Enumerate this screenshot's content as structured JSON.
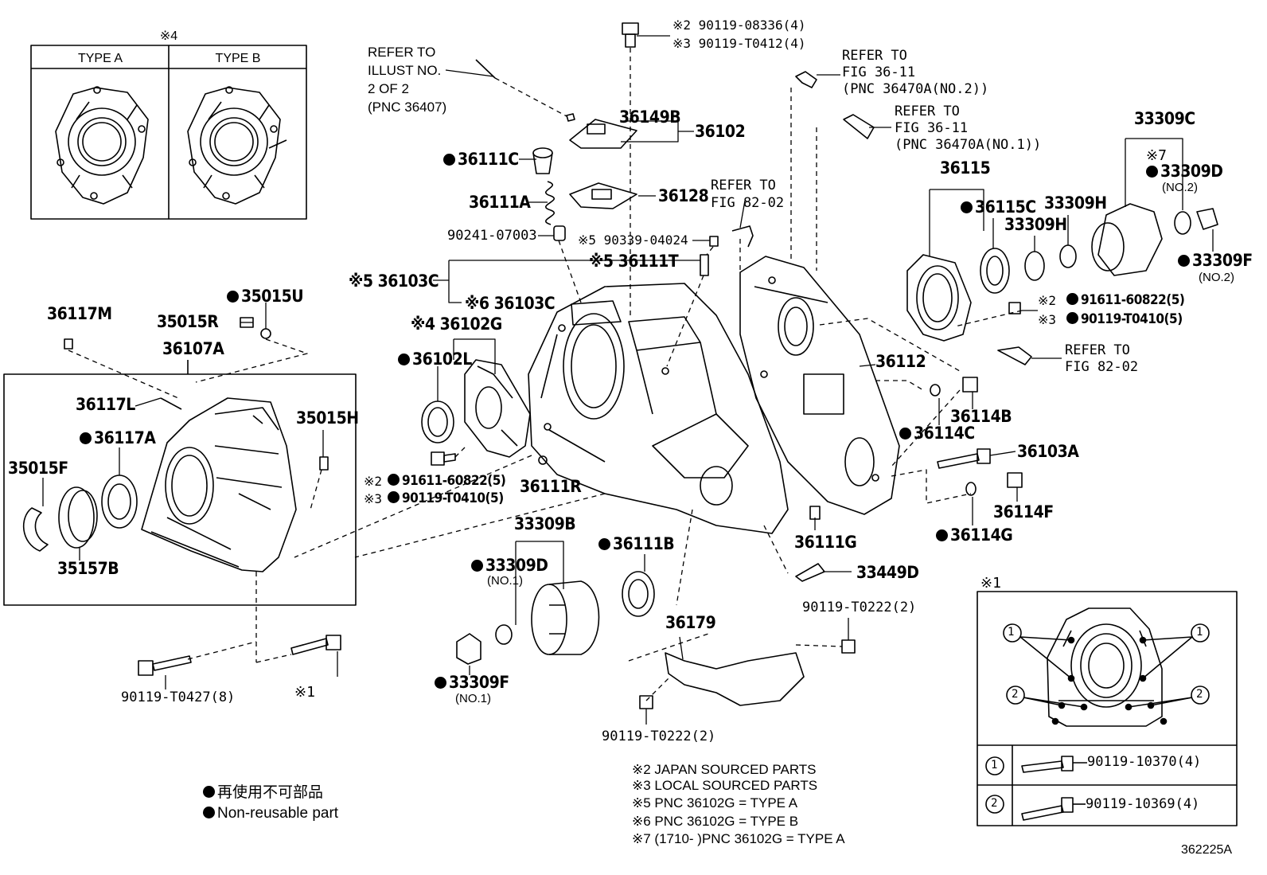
{
  "inset_types": {
    "mark": "※4",
    "type_a": "TYPE A",
    "type_b": "TYPE B"
  },
  "refer_notes": {
    "illust": [
      "REFER TO",
      "ILLUST NO.",
      "2 OF 2",
      "(PNC 36407)"
    ],
    "fig36_11_no2": [
      "REFER TO",
      "FIG 36-11",
      "(PNC 36470A(NO.2))"
    ],
    "fig36_11_no1": [
      "REFER TO",
      "FIG 36-11",
      "(PNC 36470A(NO.1))"
    ],
    "fig82_02_top": [
      "REFER TO",
      "FIG 82-02"
    ],
    "fig82_02_right": [
      "REFER TO",
      "FIG 82-02"
    ]
  },
  "callouts": {
    "c_08336": "※2 90119-08336(4)",
    "c_t0412": "※3 90119-T0412(4)",
    "c_36149B": "36149B",
    "c_36102": "36102",
    "c_36111C": "36111C",
    "c_36111A": "36111A",
    "c_36128": "36128",
    "c_07003": "90241-07003",
    "c_04024": "※5 90339-04024",
    "c_36111T": "※5 36111T",
    "c_36103C_a": "※5 36103C",
    "c_36103C_b": "※6 36103C",
    "c_36102G": "※4 36102G",
    "c_36102L": "36102L",
    "c_60822_l": "※2",
    "c_60822_l_num": "91611-60822(5)",
    "c_t0410_l": "※3",
    "c_t0410_l_num": "90119-T0410(5)",
    "c_36111R": "36111R",
    "c_36117M": "36117M",
    "c_35015R": "35015R",
    "c_35015U": "35015U",
    "c_36107A": "36107A",
    "c_36117L": "36117L",
    "c_35015H": "35015H",
    "c_36117A": "36117A",
    "c_35015F": "35015F",
    "c_35157B": "35157B",
    "c_t0427": "90119-T0427(8)",
    "c_x1_bottom": "※1",
    "c_33309B": "33309B",
    "c_33309D_1": "33309D",
    "c_no1_d": "(NO.1)",
    "c_33309F_1": "33309F",
    "c_no1_f": "(NO.1)",
    "c_36111B": "36111B",
    "c_36179": "36179",
    "c_t0222_a": "90119-T0222(2)",
    "c_t0222_b": "90119-T0222(2)",
    "c_36111G": "36111G",
    "c_33449D": "33449D",
    "c_36112": "36112",
    "c_36115": "36115",
    "c_36115C": "36115C",
    "c_33309H_a": "33309H",
    "c_33309H_b": "33309H",
    "c_33309C": "33309C",
    "c_x7": "※7",
    "c_33309D_2": "33309D",
    "c_no2_d": "(NO.2)",
    "c_33309F_2": "33309F",
    "c_no2_f": "(NO.2)",
    "c_60822_r": "※2",
    "c_60822_r_num": "91611-60822(5)",
    "c_t0410_r": "※3",
    "c_t0410_r_num": "90119-T0410(5)",
    "c_36114B": "36114B",
    "c_36114C": "36114C",
    "c_36103A": "36103A",
    "c_36114F": "36114F",
    "c_36114G": "36114G"
  },
  "bolt_inset": {
    "mark": "※1",
    "row1_key": "1",
    "row1_part": "90119-10370(4)",
    "row2_key": "2",
    "row2_part": "90119-10369(4)"
  },
  "notes": [
    "※2 JAPAN SOURCED PARTS",
    "※3 LOCAL SOURCED PARTS",
    "※5 PNC 36102G = TYPE A",
    "※6 PNC 36102G = TYPE B",
    "※7 (1710-      )PNC 36102G = TYPE A"
  ],
  "legend": {
    "jp": "再使用不可部品",
    "en": "Non-reusable part"
  },
  "figure_id": "362225A"
}
